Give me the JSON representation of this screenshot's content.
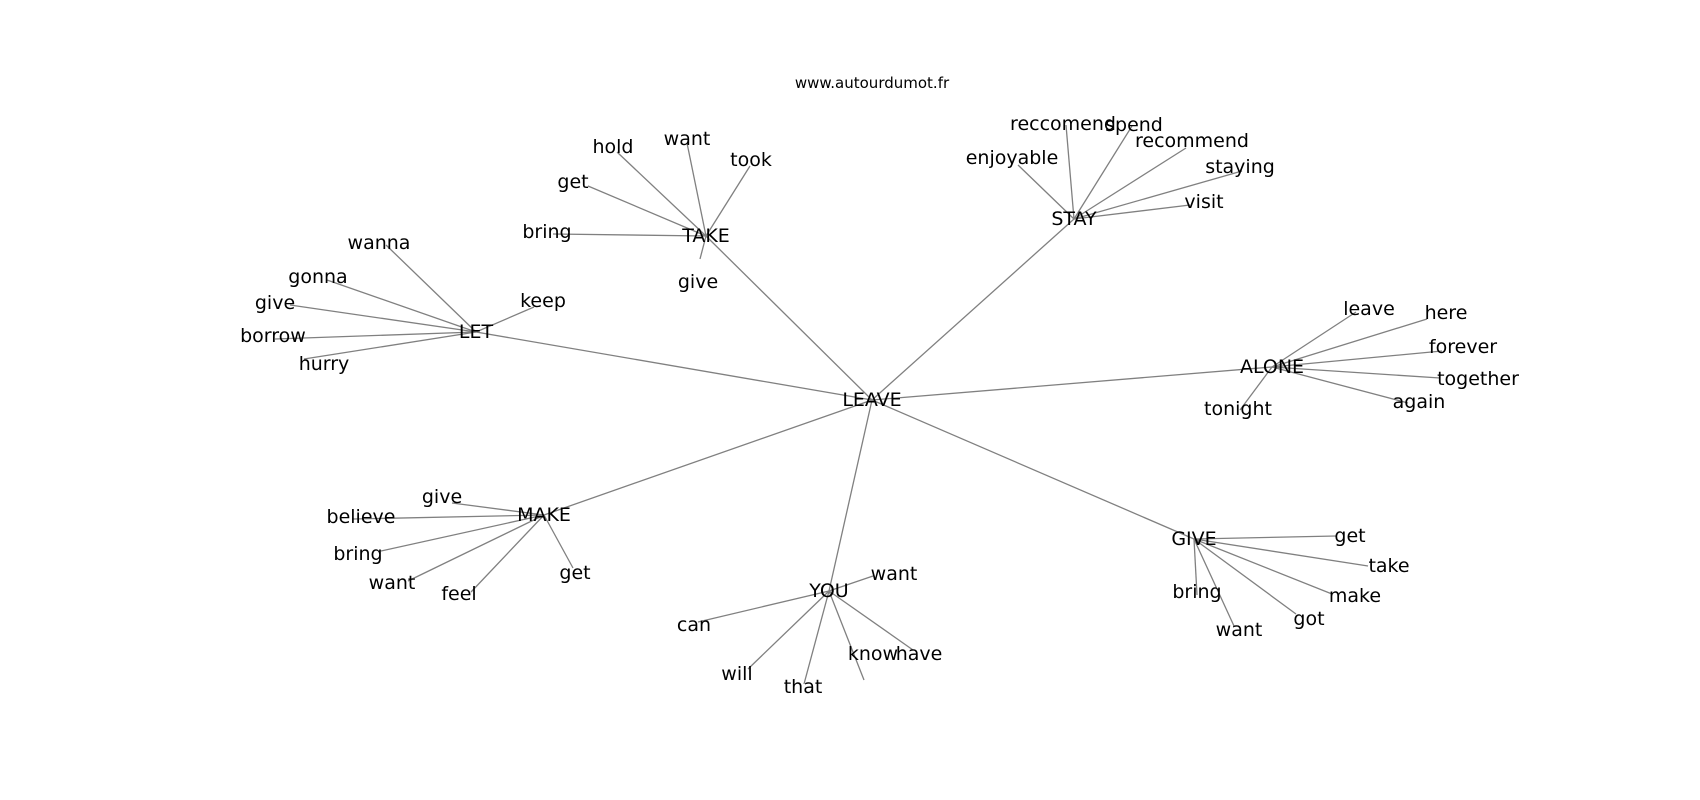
{
  "source_label": "www.autourdumot.fr",
  "colors": {
    "edge": "#808080",
    "text": "#000000",
    "background": "#ffffff"
  },
  "graph": {
    "center": "LEAVE",
    "groups": [
      {
        "hub": "TAKE",
        "words": [
          "hold",
          "want",
          "took",
          "get",
          "bring",
          "give"
        ]
      },
      {
        "hub": "STAY",
        "words": [
          "reccomend",
          "spend",
          "recommend",
          "enjoyable",
          "staying",
          "visit"
        ]
      },
      {
        "hub": "LET",
        "words": [
          "wanna",
          "gonna",
          "give",
          "borrow",
          "hurry",
          "keep"
        ]
      },
      {
        "hub": "ALONE",
        "words": [
          "leave",
          "here",
          "forever",
          "together",
          "again",
          "tonight"
        ]
      },
      {
        "hub": "MAKE",
        "words": [
          "give",
          "believe",
          "bring",
          "want",
          "feel",
          "get"
        ]
      },
      {
        "hub": "YOU",
        "words": [
          "want",
          "can",
          "will",
          "that",
          "know",
          "have"
        ]
      },
      {
        "hub": "GIVE",
        "words": [
          "get",
          "take",
          "make",
          "got",
          "want",
          "bring"
        ]
      }
    ]
  }
}
